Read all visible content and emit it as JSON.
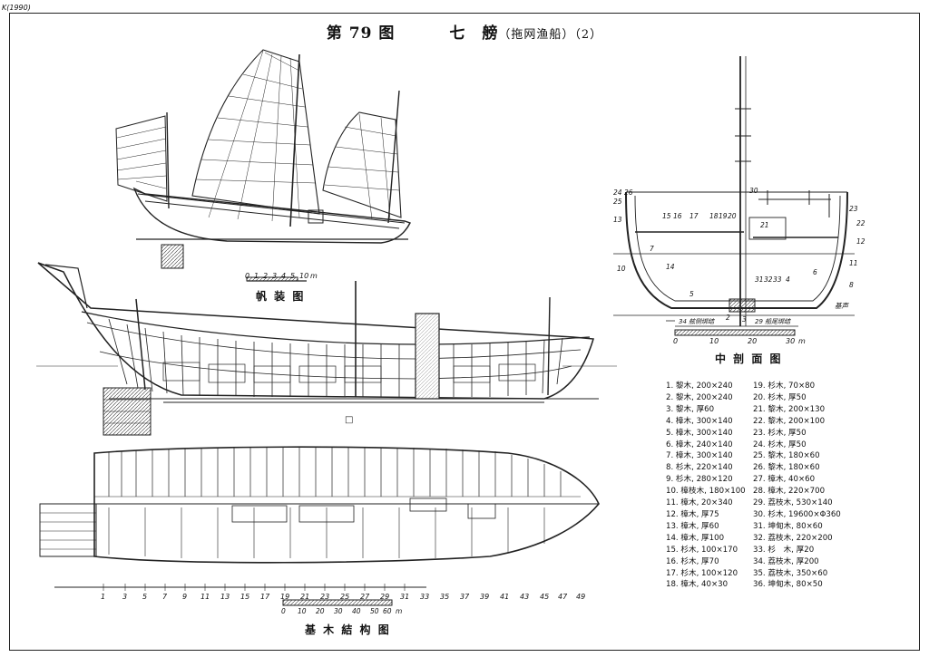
{
  "corner_mark": "K(1990)",
  "title": {
    "figure": "第 79 图",
    "name": "七　艕",
    "subtitle": "（拖网渔船）（2）"
  },
  "captions": {
    "sail_plan": "帆 装 图",
    "mid_section": "中 剖 面 图",
    "keel_structure": "基 木 結 构 图"
  },
  "scales": {
    "sail_ticks": [
      "0",
      "1",
      "2",
      "3",
      "4",
      "5",
      "10",
      "m"
    ],
    "mid_ticks": [
      "0",
      "10",
      "20",
      "30",
      "m"
    ],
    "keel_ticks": [
      "0",
      "10",
      "20",
      "30",
      "40",
      "50",
      "60",
      "m"
    ],
    "station_numbers": [
      "1",
      "3",
      "5",
      "7",
      "9",
      "11",
      "13",
      "15",
      "17",
      "19",
      "21",
      "23",
      "25",
      "27",
      "29",
      "31",
      "33",
      "35",
      "37",
      "39",
      "41",
      "43",
      "45",
      "47",
      "49"
    ]
  },
  "mid_section_labels": [
    "24",
    "25",
    "26",
    "13",
    "15",
    "16",
    "17",
    "18",
    "19",
    "20",
    "30",
    "21",
    "23",
    "22",
    "12",
    "7",
    "14",
    "6",
    "2",
    "10",
    "5",
    "3",
    "31",
    "32",
    "33",
    "4",
    "8",
    "11",
    "基声"
  ],
  "mid_section_notes": [
    "34 舷侧绑结",
    "29 船尾绑结"
  ],
  "legend": {
    "left": [
      "1. 黎木, 200×240",
      "2. 黎木, 200×240",
      "3. 黎木, 厚60",
      "4. 樟木, 300×140",
      "5. 樟木, 300×140",
      "6. 樟木, 240×140",
      "7. 樟木, 300×140",
      "8. 杉木, 220×140",
      "9. 杉木, 280×120",
      "10. 樟枝木, 180×100",
      "11. 樟木, 20×340",
      "12. 樟木, 厚75",
      "13. 樟木, 厚60",
      "14. 樟木, 厚100",
      "15. 杉木, 100×170",
      "16. 杉木, 厚70",
      "17. 杉木, 100×120",
      "18. 樟木, 40×30"
    ],
    "right": [
      "19. 杉木, 70×80",
      "20. 杉木, 厚50",
      "21. 黎木, 200×130",
      "22. 黎木, 200×100",
      "23. 杉木, 厚50",
      "24. 杉木, 厚50",
      "25. 黎木, 180×60",
      "26. 黎木, 180×60",
      "27. 樟木, 40×60",
      "28. 樟木, 220×700",
      "29. 荔枝木, 530×140",
      "30. 杉木, 19600×Φ360",
      "31. 坤甸木, 80×60",
      "32. 荔枝木, 220×200",
      "33. 杉　木, 厚20",
      "34. 荔枝木, 厚200",
      "35. 荔枝木, 350×60",
      "36. 坤甸木, 80×50"
    ]
  }
}
